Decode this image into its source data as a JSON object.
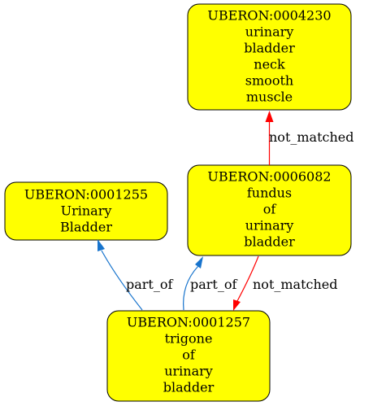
{
  "nodes": {
    "n4230": {
      "id": "UBERON:0004230",
      "lines": [
        "urinary",
        "bladder",
        "neck",
        "smooth",
        "muscle"
      ]
    },
    "n1255": {
      "id": "UBERON:0001255",
      "lines": [
        "Urinary",
        "Bladder"
      ]
    },
    "n6082": {
      "id": "UBERON:0006082",
      "lines": [
        "fundus",
        "of",
        "urinary",
        "bladder"
      ]
    },
    "n1257": {
      "id": "UBERON:0001257",
      "lines": [
        "trigone",
        "of",
        "urinary",
        "bladder"
      ]
    }
  },
  "edges": {
    "e_6082_4230": {
      "label": "not_matched",
      "color": "#ff0000"
    },
    "e_1257_1255": {
      "label": "part_of",
      "color": "#1874cd"
    },
    "e_1257_6082": {
      "label": "part_of",
      "color": "#1874cd"
    },
    "e_6082_1257": {
      "label": "not_matched",
      "color": "#ff0000"
    }
  },
  "colors": {
    "node_fill": "#ffff00",
    "node_stroke": "#000000"
  }
}
